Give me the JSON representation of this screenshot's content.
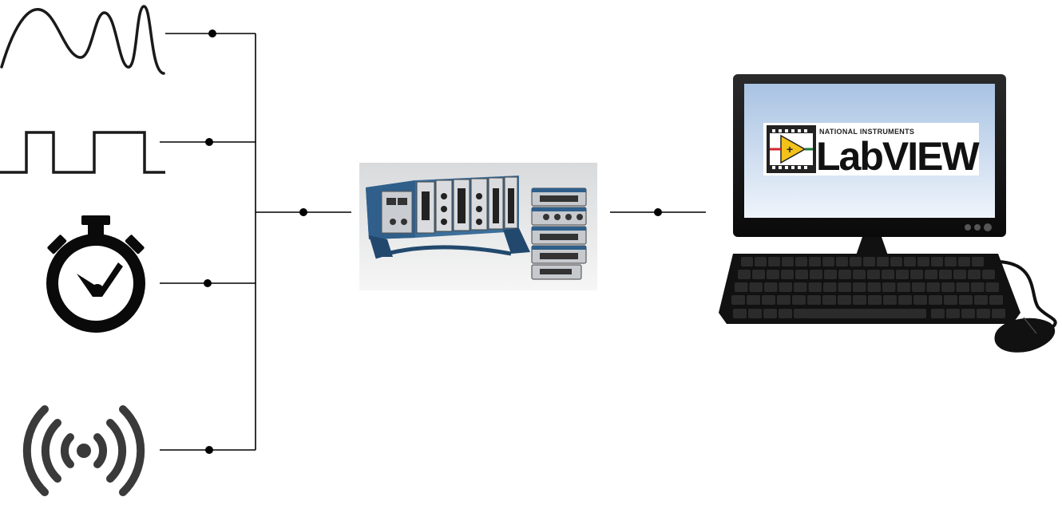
{
  "diagram": {
    "inputs": [
      {
        "name": "analog-waveform",
        "icon": "sine-wave-icon"
      },
      {
        "name": "digital-signal",
        "icon": "square-wave-icon"
      },
      {
        "name": "timer",
        "icon": "stopwatch-icon"
      },
      {
        "name": "wireless",
        "icon": "wireless-signal-icon"
      }
    ],
    "daq_hardware": {
      "icon": "compactdaq-chassis-icon"
    },
    "computer": {
      "icon": "desktop-computer-icon",
      "logo": {
        "brand": "NATIONAL INSTRUMENTS",
        "product": "LabVIEW"
      }
    },
    "colors": {
      "line": "#000000",
      "icon": "#1a1a1a",
      "wireless": "#3a3a3a",
      "screen_top": "#a9c3e3",
      "screen_bottom": "#eef4fb",
      "chassis_blue": "#2f5f8a"
    }
  }
}
